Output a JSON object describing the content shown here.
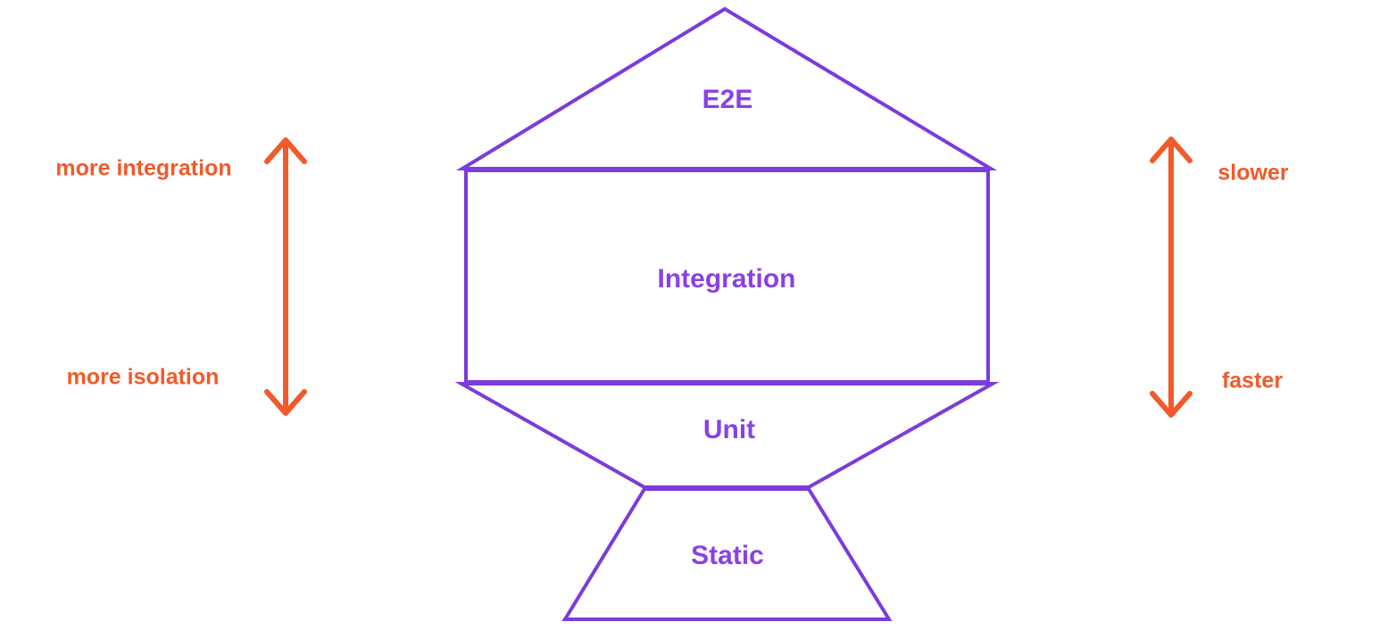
{
  "diagram": {
    "type": "testing-trophy",
    "trophy": {
      "levels": [
        {
          "id": "e2e",
          "label": "E2E"
        },
        {
          "id": "integration",
          "label": "Integration"
        },
        {
          "id": "unit",
          "label": "Unit"
        },
        {
          "id": "static",
          "label": "Static"
        }
      ]
    },
    "left_axis": {
      "top_label": "more integration",
      "bottom_label": "more isolation"
    },
    "right_axis": {
      "top_label": "slower",
      "bottom_label": "faster"
    }
  },
  "colors": {
    "purple_stroke": "#7C3BDB",
    "purple_text": "#8A40E5",
    "orange": "#F15A2A",
    "background": "#FFFFFF"
  }
}
